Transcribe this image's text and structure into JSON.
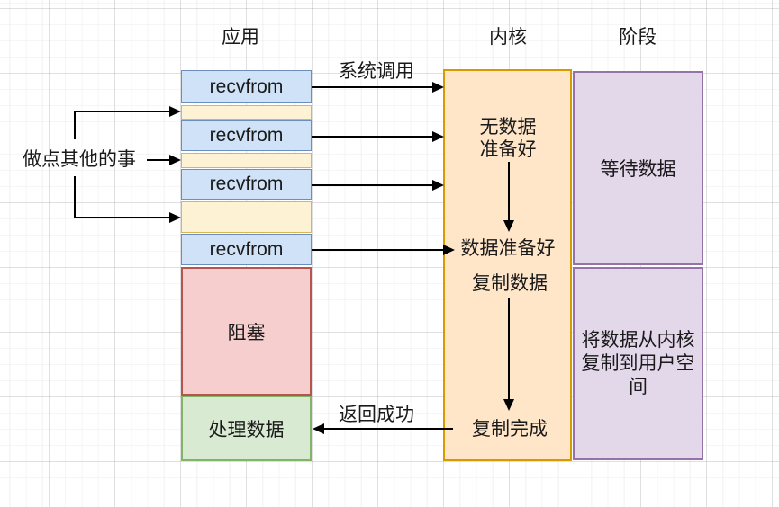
{
  "headers": {
    "app": "应用",
    "kernel": "内核",
    "phase": "阶段"
  },
  "left_note": {
    "label": "做点其他的事"
  },
  "app_column": {
    "recvfrom": "recvfrom",
    "blocking": "阻塞",
    "process_data": "处理数据"
  },
  "arrow_labels": {
    "syscall": "系统调用",
    "return_success": "返回成功"
  },
  "kernel_column": {
    "no_data_line1": "无数据",
    "no_data_line2": "准备好",
    "data_ready": "数据准备好",
    "copy_data": "复制数据",
    "copy_done": "复制完成"
  },
  "phase_column": {
    "wait_data": "等待数据",
    "copy_to_user": "将数据从内核复制到用户空间"
  },
  "colors": {
    "blue-fill": "#cfe2f7",
    "blue-stroke": "#6c8ebf",
    "yellow-fill": "#fdf2d4",
    "yellow-stroke": "#d6b656",
    "red-fill": "#f6cecd",
    "red-stroke": "#b85450",
    "green-fill": "#d9ead3",
    "green-stroke": "#82b366",
    "orange-fill": "#ffe6c9",
    "orange-stroke": "#d79b00",
    "purple-fill": "#e3d7ea",
    "purple-stroke": "#9673a6",
    "arrow": "#000000",
    "text": "#1a1a1a"
  }
}
